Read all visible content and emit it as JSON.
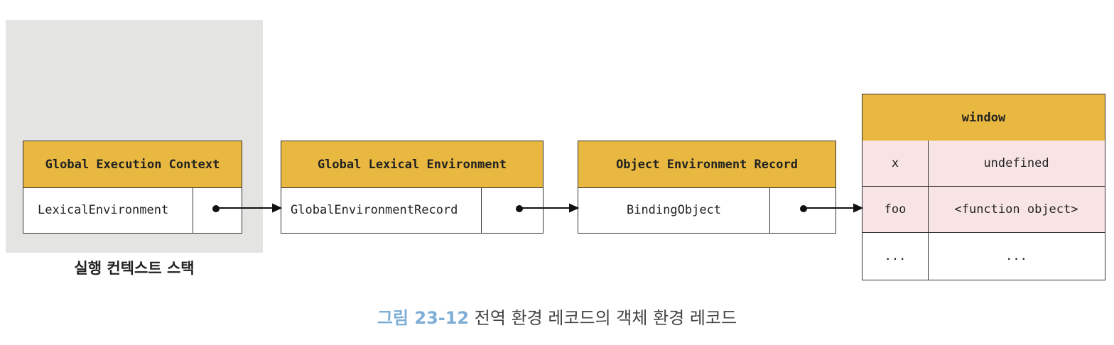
{
  "stack": {
    "label": "실행 컨텍스트 스택"
  },
  "gec": {
    "title": "Global Execution Context",
    "field": "LexicalEnvironment"
  },
  "gle": {
    "title": "Global Lexical Environment",
    "field": "GlobalEnvironmentRecord"
  },
  "oer": {
    "title": "Object Environment Record",
    "field": "BindingObject"
  },
  "window": {
    "title": "window",
    "rows": [
      {
        "key": "x",
        "value": "undefined"
      },
      {
        "key": "foo",
        "value": "<function object>"
      },
      {
        "key": "...",
        "value": "..."
      }
    ]
  },
  "caption": {
    "number": "그림 23-12",
    "text": "전역 환경 레코드의 객체 환경 레코드"
  }
}
